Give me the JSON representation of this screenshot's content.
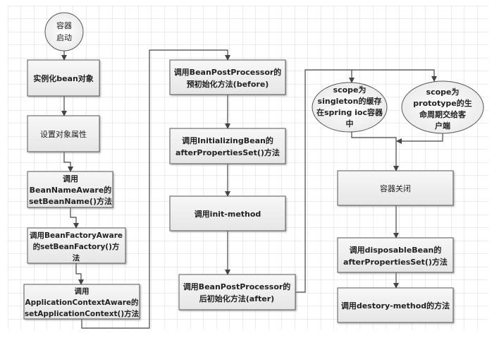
{
  "colors": {
    "grid": "#d9d9d9",
    "border": "#555555",
    "box_fill": "#f0f0f0",
    "line": "#444444"
  },
  "nodes": {
    "start": {
      "lines": [
        "容器",
        "启动"
      ]
    },
    "instantiate": {
      "lines": [
        "实例化bean对象"
      ]
    },
    "set_props": {
      "lines": [
        "设置对象属性"
      ]
    },
    "bean_name_aware": {
      "lines": [
        "调用",
        "BeanNameAware的",
        "setBeanName()方法"
      ]
    },
    "bean_factory_aware": {
      "lines": [
        "调用BeanFactoryAware",
        "的setBeanFactory()方",
        "法"
      ]
    },
    "app_context_aware": {
      "lines": [
        "调用",
        "ApplicationContextAware的",
        "setApplicationContext()方法"
      ]
    },
    "bpp_before": {
      "lines": [
        "调用BeanPostProcessor的",
        "预初始化方法(before)"
      ]
    },
    "initializing_bean": {
      "lines": [
        "调用InitializingBean的",
        "afterPropertiesSet()方法"
      ]
    },
    "init_method": {
      "lines": [
        "调用init-method"
      ]
    },
    "bpp_after": {
      "lines": [
        "调用BeanPostProcessor的",
        "后初始化方法(after)"
      ]
    },
    "scope_singleton": {
      "lines": [
        "scope为",
        "singleton的缓存",
        "在spring ioc容器",
        "中"
      ]
    },
    "scope_prototype": {
      "lines": [
        "scope为",
        "prototype的生",
        "命周期交给客",
        "户端"
      ]
    },
    "container_close": {
      "lines": [
        "容器关闭"
      ]
    },
    "disposable_bean": {
      "lines": [
        "调用disposableBean的",
        "afterPropertiesSet()方法"
      ]
    },
    "destroy_method": {
      "lines": [
        "调用destory-method的方法"
      ]
    }
  }
}
